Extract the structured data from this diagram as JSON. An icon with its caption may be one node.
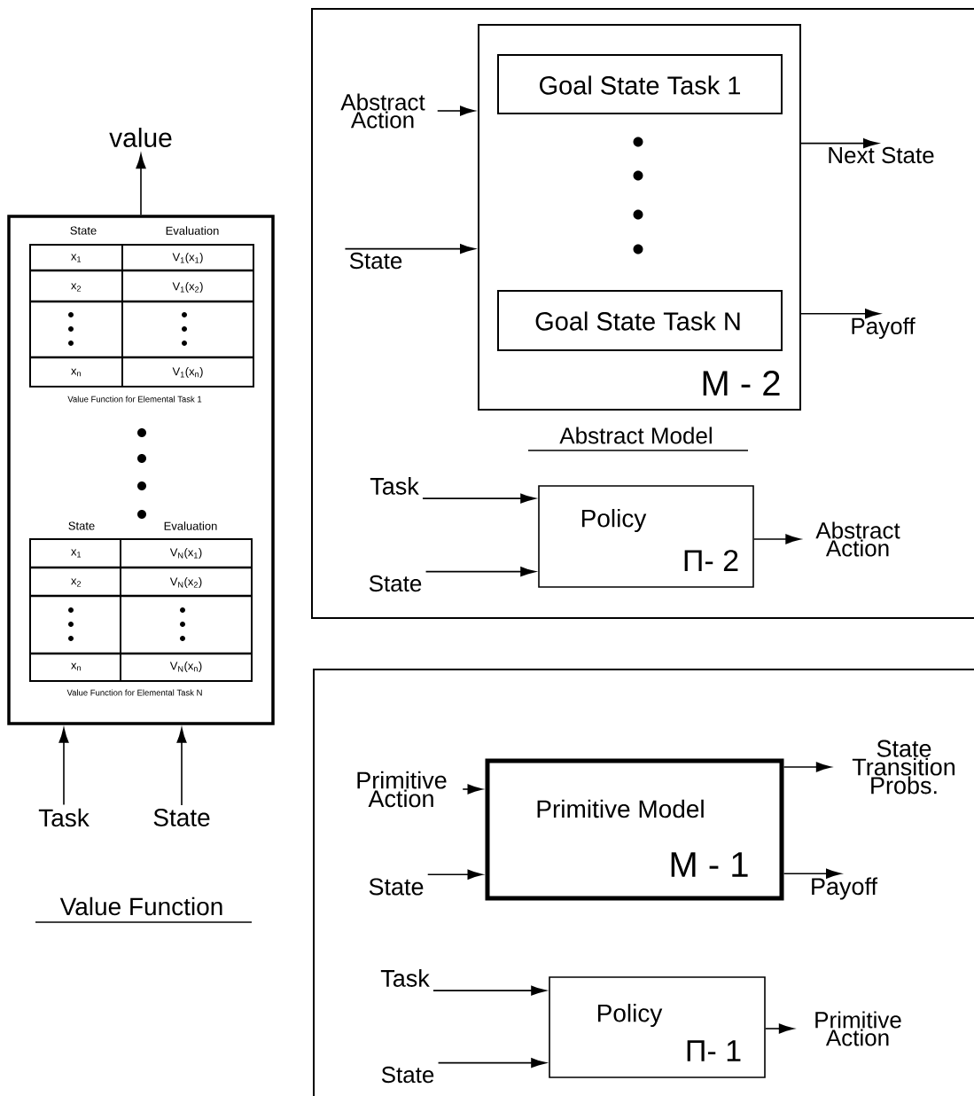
{
  "diagram": {
    "nodes": [
      {
        "text": [],
        "shape": "box"
      },
      {
        "text": [
          "value"
        ]
      },
      {
        "text": [
          "Task"
        ]
      },
      {
        "text": [
          "State"
        ]
      },
      {
        "text": [],
        "shape": "box"
      },
      {
        "text": [
          "M - 2"
        ],
        "beside": [
          "Abstract Model"
        ],
        "in": 4
      },
      {
        "text": [
          "Goal State Task 1"
        ],
        "in": 5
      },
      {
        "text": [
          "Goal State Task N"
        ],
        "in": 5
      },
      {
        "text": [
          "Abstract Action"
        ],
        "in": 4
      },
      {
        "text": [
          "State"
        ],
        "in": 4
      },
      {
        "text": [
          "Next State"
        ],
        "in": 4
      },
      {
        "text": [
          "Payoff"
        ],
        "in": 4
      },
      {
        "text": [
          "Policy",
          "Π- 2"
        ],
        "in": 4
      },
      {
        "text": [
          "Task"
        ],
        "in": 4
      },
      {
        "text": [
          "State"
        ],
        "in": 4
      },
      {
        "text": [
          "Abstract Action"
        ],
        "in": 4
      },
      {
        "text": [],
        "shape": "box"
      },
      {
        "text": [
          "Primitive Model",
          "M - 1"
        ],
        "in": 16
      },
      {
        "text": [
          "Primitive Action"
        ],
        "in": 16
      },
      {
        "text": [
          "State"
        ],
        "in": 16
      },
      {
        "text": [
          "State Transition Probs."
        ],
        "in": 16
      },
      {
        "text": [
          "Payoff"
        ],
        "in": 16
      },
      {
        "text": [
          "Policy",
          "Π- 1"
        ],
        "in": 16
      },
      {
        "text": [
          "Task"
        ],
        "in": 16
      },
      {
        "text": [
          "State"
        ],
        "in": 16
      },
      {
        "text": [
          "Primitive Action"
        ],
        "in": 16
      }
    ],
    "edges": [
      {
        "from": 0,
        "to": 1,
        "arrow": "to"
      },
      {
        "from": 2,
        "to": 0,
        "arrow": "to"
      },
      {
        "from": 3,
        "to": 0,
        "arrow": "to"
      },
      {
        "from": 8,
        "to": 5,
        "arrow": "to"
      },
      {
        "from": 9,
        "to": 5,
        "arrow": "to"
      },
      {
        "from": 5,
        "to": 10,
        "arrow": "to"
      },
      {
        "from": 5,
        "to": 11,
        "arrow": "to"
      },
      {
        "from": 13,
        "to": 12,
        "arrow": "to"
      },
      {
        "from": 14,
        "to": 12,
        "arrow": "to"
      },
      {
        "from": 12,
        "to": 15,
        "arrow": "to"
      },
      {
        "from": 18,
        "to": 17,
        "arrow": "to"
      },
      {
        "from": 19,
        "to": 17,
        "arrow": "to"
      },
      {
        "from": 17,
        "to": 20,
        "arrow": "to"
      },
      {
        "from": 17,
        "to": 21,
        "arrow": "to"
      },
      {
        "from": 23,
        "to": 22,
        "arrow": "to"
      },
      {
        "from": 24,
        "to": 22,
        "arrow": "to"
      },
      {
        "from": 22,
        "to": 25,
        "arrow": "to"
      }
    ],
    "labels": [
      "State",
      "Evaluation",
      "x$_{1}$",
      "V$_{1}$(x$_{1}$)",
      "x$_{2}$",
      "V$_{1}$(x$_{2}$)",
      "x$_{n}$",
      "V$_{1}$(x$_{n}$)",
      "Value Function for Elemental Task 1",
      "State",
      "Evaluation",
      "x$_{1}$",
      "V$_{N}$(x$_{1}$)",
      "x$_{2}$",
      "V$_{N}$(x$_{2}$)",
      "x$_{n}$",
      "V$_{N}$(x$_{n}$)",
      "Value Function for Elemental Task N",
      "Value Function"
    ]
  }
}
